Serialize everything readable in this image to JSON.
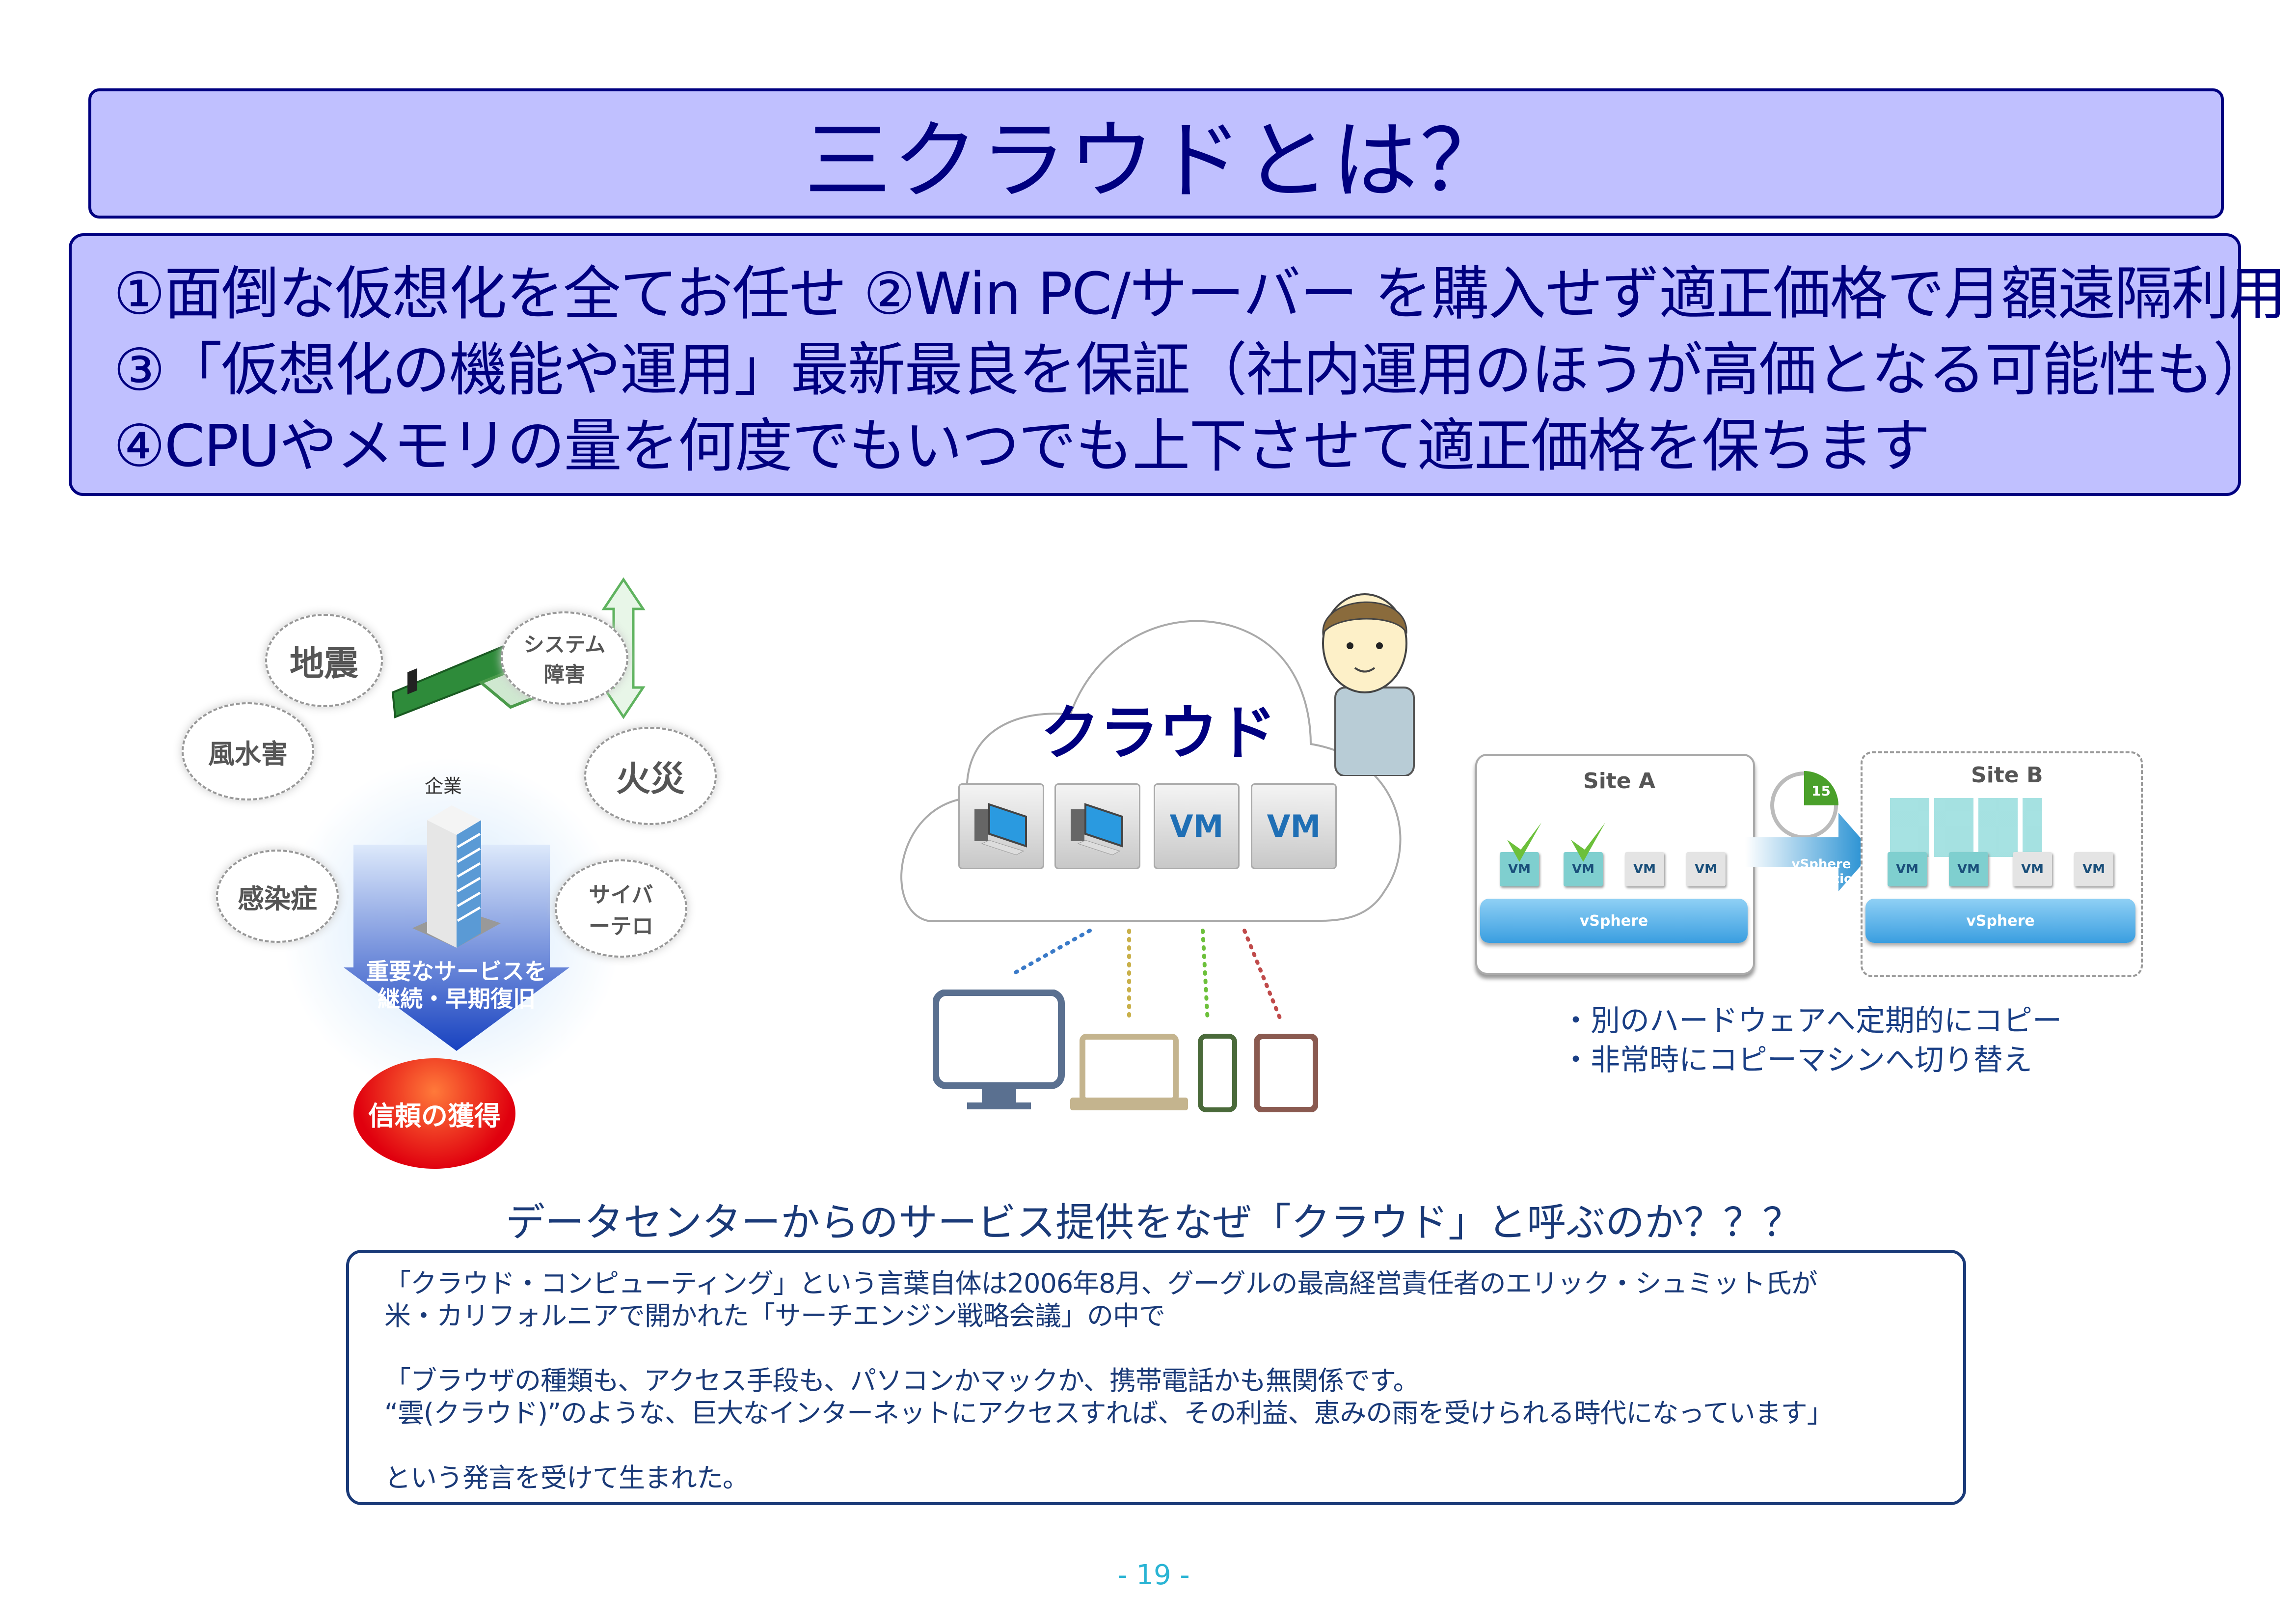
{
  "title": "三クラウドとは？",
  "points": [
    "①面倒な仮想化を全てお任せ ②Win PC/サーバー を購入せず適正価格で月額遠隔利用",
    "③「仮想化の機能や運用」最新最良を保証（社内運用のほうが高価となる可能性も）",
    "④CPUやメモリの量を何度でもいつでも上下させて適正価格を保ちます"
  ],
  "bcp": {
    "company": "企業",
    "risks": [
      "地震",
      "システム障害",
      "風水害",
      "火災",
      "感染症",
      "サイバーテロ"
    ],
    "arrow_lines": [
      "重要なサービスを",
      "継続・早期復旧"
    ],
    "result": "信頼の獲得"
  },
  "cloud": {
    "label": "クラウド",
    "tiles": [
      "",
      "",
      "VM",
      "VM"
    ]
  },
  "replication": {
    "site_a": "Site A",
    "site_b": "Site B",
    "vm": "VM",
    "vsphere": "vSphere",
    "arrow": [
      "vSphere",
      "Replication"
    ],
    "clock": "15",
    "bullets": [
      "・別のハードウェアへ定期的にコピー",
      "・非常時にコピーマシンへ切り替え"
    ]
  },
  "question": "データセンターからのサービス提供をなぜ「クラウド」と呼ぶのか？？？",
  "quote_lines": [
    "「クラウド・コンピューティング」という言葉自体は2006年8月、グーグルの最高経営責任者のエリック・シュミット氏が",
    "米・カリフォルニアで開かれた「サーチエンジン戦略会議」の中で",
    "",
    "「ブラウザの種類も、アクセス手段も、パソコンかマックか、携帯電話かも無関係です。",
    "“雲(クラウド)”のような、巨大なインターネットにアクセスすれば、その利益、恵みの雨を受けられる時代になっています」",
    "",
    "という発言を受けて生まれた。"
  ],
  "page_number": "- 19 -",
  "colors": {
    "navy": "#000080",
    "panel": "#c0c0ff",
    "text_blue": "#1a3a78"
  }
}
